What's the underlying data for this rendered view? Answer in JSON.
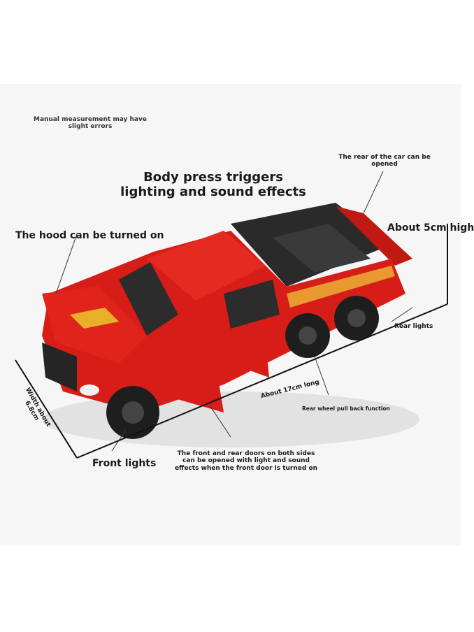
{
  "labels": {
    "measurement_note": "Manual measurement may have slight errors",
    "body_press": "Body press triggers",
    "body_press_2": "lighting and sound effects",
    "rear_opened_1": "The rear of the car can be",
    "rear_opened_2": "opened",
    "hood": "The hood can be turned on",
    "height": "About 5cm high",
    "rear_lights": "Rear lights",
    "length": "About 17cm long",
    "width_1": "Width about",
    "width_2": "6.8cm",
    "pull_back": "Rear wheel pull back function",
    "front_lights": "Front lights",
    "doors_1": "The front and rear doors on both sides",
    "doors_2": "can be opened with light and sound",
    "doors_3": "effects when the front door is turned on"
  },
  "colors": {
    "car_body": "#d61d17",
    "car_dark": "#1e1e1e",
    "background": "#f6f6f6"
  }
}
